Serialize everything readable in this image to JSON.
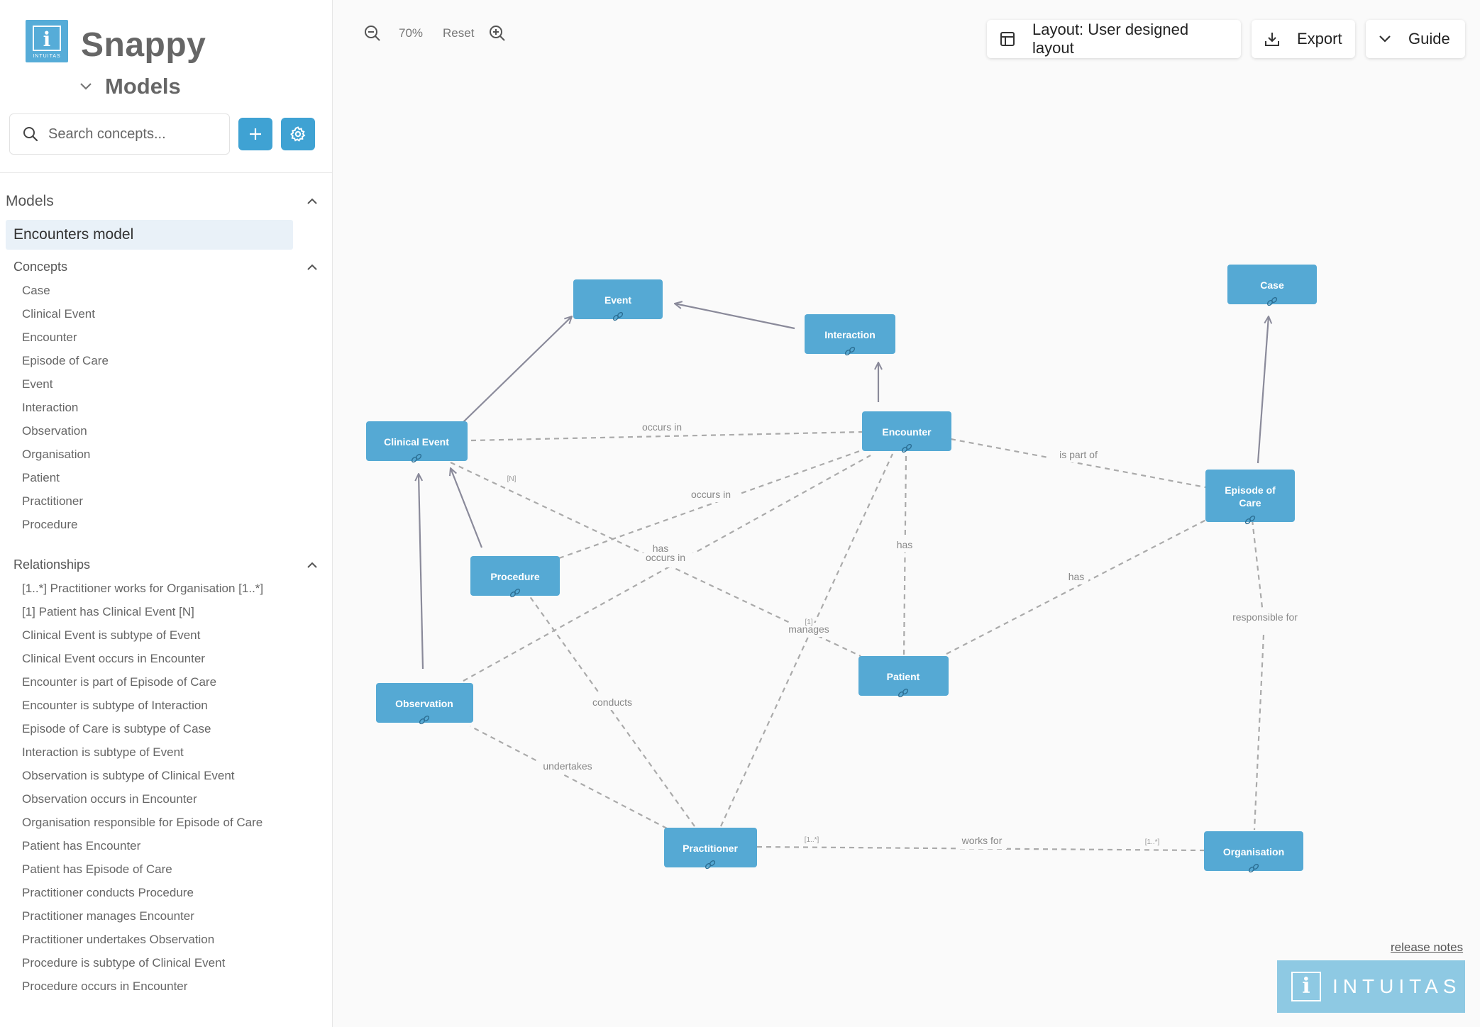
{
  "app": {
    "title": "Snappy",
    "logo_word": "INTUITAS",
    "logo_letter": "i",
    "section_toggle_label": "Models",
    "brand_accent": "#3fa2d3"
  },
  "search": {
    "placeholder": "Search concepts..."
  },
  "sidebar": {
    "models_heading": "Models",
    "active_model": "Encounters model",
    "concepts_heading": "Concepts",
    "concepts": [
      "Case",
      "Clinical Event",
      "Encounter",
      "Episode of Care",
      "Event",
      "Interaction",
      "Observation",
      "Organisation",
      "Patient",
      "Practitioner",
      "Procedure"
    ],
    "relationships_heading": "Relationships",
    "relationships": [
      "[1..*] Practitioner works for Organisation [1..*]",
      "[1] Patient has Clinical Event [N]",
      "Clinical Event is subtype of Event",
      "Clinical Event occurs in Encounter",
      "Encounter is part of Episode of Care",
      "Encounter is subtype of Interaction",
      "Episode of Care is subtype of Case",
      "Interaction is subtype of Event",
      "Observation is subtype of Clinical Event",
      "Observation occurs in Encounter",
      "Organisation responsible for Episode of Care",
      "Patient has Encounter",
      "Patient has Episode of Care",
      "Practitioner conducts Procedure",
      "Practitioner manages Encounter",
      "Practitioner undertakes Observation",
      "Procedure is subtype of Clinical Event",
      "Procedure occurs in Encounter"
    ]
  },
  "toolbar": {
    "zoom_level": "70%",
    "reset_label": "Reset",
    "layout_label": "Layout: User designed layout",
    "export_label": "Export",
    "guide_label": "Guide"
  },
  "diagram": {
    "nodes": {
      "event": "Event",
      "interaction": "Interaction",
      "case": "Case",
      "clinical_event": "Clinical Event",
      "encounter": "Encounter",
      "episode_line1": "Episode of",
      "episode_line2": "Care",
      "procedure": "Procedure",
      "observation": "Observation",
      "patient": "Patient",
      "practitioner": "Practitioner",
      "organisation": "Organisation"
    },
    "edge_labels": {
      "ce_occurs_in": "occurs in",
      "enc_part_of": "is part of",
      "proc_occurs_in": "occurs in",
      "pat_has_ce": "has",
      "obs_occurs_in": "occurs in",
      "pat_has_enc": "has",
      "pat_has_ep": "has",
      "org_responsible": "responsible for",
      "prac_manages": "manages",
      "prac_conducts": "conducts",
      "prac_undertakes": "undertakes",
      "prac_works_for": "works for"
    },
    "cardinalities": {
      "ce_n": "[N]",
      "pat_1": "[1]",
      "works_left": "[1..*]",
      "works_right": "[1..*]"
    }
  },
  "footer": {
    "release_notes": "release notes",
    "brand_letter": "i",
    "brand_word": "INTUITAS"
  }
}
